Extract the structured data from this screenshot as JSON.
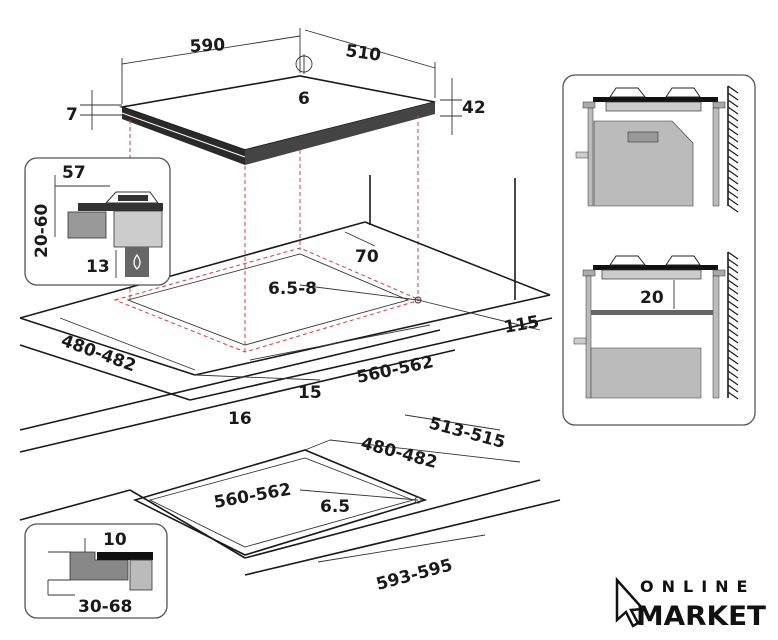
{
  "dimensions": {
    "hob_width": "590",
    "hob_depth": "510",
    "gas_inlet": "6",
    "glass_thickness": "7",
    "hob_height": "42",
    "inset_top_clearance": "57",
    "inset_worktop_thickness": "20-60",
    "inset_bottom_clearance": "13",
    "cutout_rear_margin": "70",
    "cutout_corner_radius": "6.5-8",
    "cutout_depth": "480-482",
    "cutout_width": "560-562",
    "side_margin": "115",
    "front_margin": "15",
    "front_gap": "16",
    "flush_outer_depth": "513-515",
    "flush_inner_depth": "480-482",
    "flush_inner_width": "560-562",
    "flush_corner_radius": "6.5",
    "flush_outer_width": "593-595",
    "flush_recess": "10",
    "flush_worktop_thickness": "30-68",
    "oven_clearance": "20"
  },
  "logo": {
    "line1": "ONLINE",
    "line2": "MARKET"
  }
}
